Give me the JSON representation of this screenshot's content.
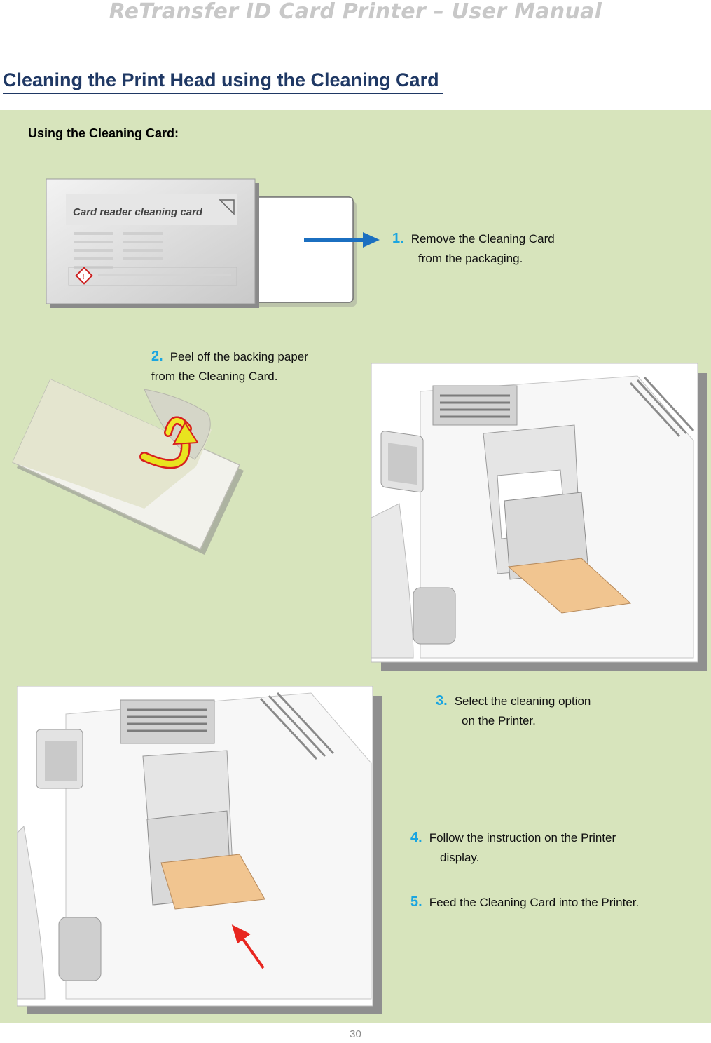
{
  "header": {
    "title": "ReTransfer ID Card Printer – User Manual"
  },
  "section_title": "Cleaning the Print Head using the Cleaning Card",
  "panel_heading": "Using the Cleaning Card:",
  "card_image": {
    "label": "Card reader cleaning card"
  },
  "steps": [
    {
      "num": "1.",
      "line1": "Remove the Cleaning Card",
      "line2": "from the packaging."
    },
    {
      "num": "2.",
      "line1": "Peel off the backing paper",
      "line2": "from the Cleaning Card."
    },
    {
      "num": "3.",
      "line1": "Select the cleaning option",
      "line2": "on the Printer."
    },
    {
      "num": "4.",
      "line1": "Follow the instruction on the Printer",
      "line2": "display."
    },
    {
      "num": "5.",
      "line1": "Feed the Cleaning Card into the Printer."
    }
  ],
  "colors": {
    "panel": "#d7e4bc",
    "title": "#1f3864",
    "step_number": "#1aa5e0",
    "arrow_blue": "#1b6fc0",
    "arrow_red": "#e8261f",
    "card_tan": "#f1c590"
  },
  "page_number": "30"
}
